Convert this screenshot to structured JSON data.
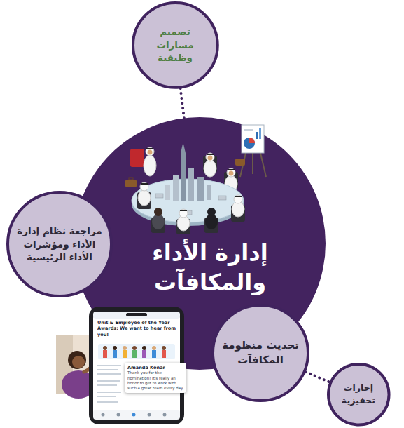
{
  "diagram": {
    "nodes": [
      {
        "text": [
          "تصميم مسارات وظيفية"
        ]
      },
      {
        "text": [
          "إدارة الأداء والمكافآت"
        ]
      },
      {
        "text": [
          "مراجعة نظام إدارة الأداء ومؤشرات الأداء الرئيسية"
        ]
      },
      {
        "text": [
          "تحديث منظومة المكافآت"
        ]
      },
      {
        "text": [
          "إجازات تحفيزية"
        ]
      }
    ],
    "edges": [
      {
        "from": 0,
        "to": 1,
        "arrow": "none"
      },
      {
        "from": 3,
        "to": 4,
        "arrow": "none"
      }
    ],
    "labels": [
      "Unit & Employee of the Year Awards: We want to hear from you!",
      "Amanda Konar",
      "Thank you for the nomination! It's really an honor to get to work with such a great team every day"
    ]
  }
}
